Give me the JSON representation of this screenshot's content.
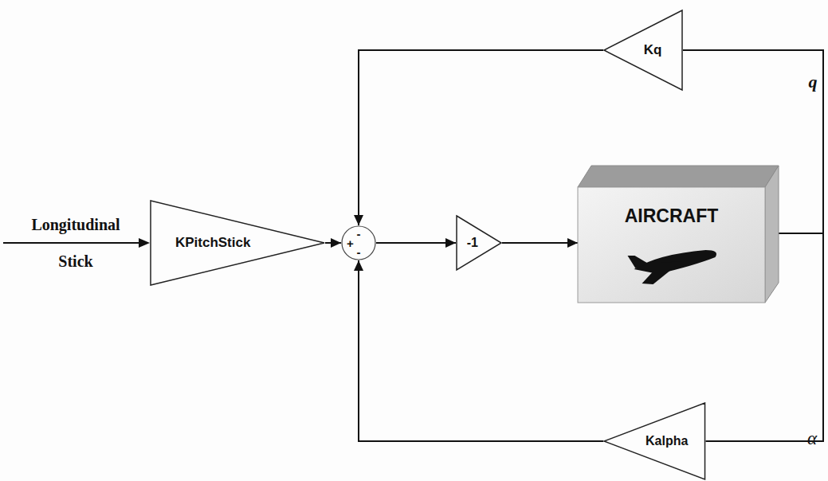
{
  "diagram": {
    "nodes": [
      {
        "text": [
          "Kq"
        ]
      },
      {
        "text": [
          "KPitchStick"
        ]
      },
      {
        "text": [
          "-",
          "+",
          "-"
        ]
      },
      {
        "text": [
          "-1"
        ]
      },
      {
        "text": [
          "AIRCRAFT"
        ]
      },
      {
        "text": [
          "Kalpha"
        ]
      }
    ],
    "edges": [
      {
        "from": 1,
        "to": 2,
        "arrow": "to"
      },
      {
        "from": 2,
        "to": 3,
        "arrow": "to"
      },
      {
        "from": 3,
        "to": 4,
        "arrow": "to"
      },
      {
        "from": 4,
        "to": 0,
        "arrow": "none"
      },
      {
        "from": 0,
        "to": 2,
        "arrow": "to"
      },
      {
        "from": 4,
        "to": 5,
        "arrow": "none"
      },
      {
        "from": 5,
        "to": 2,
        "arrow": "to"
      }
    ],
    "labels": [
      "Longitudinal Stick",
      "q",
      "α"
    ]
  }
}
